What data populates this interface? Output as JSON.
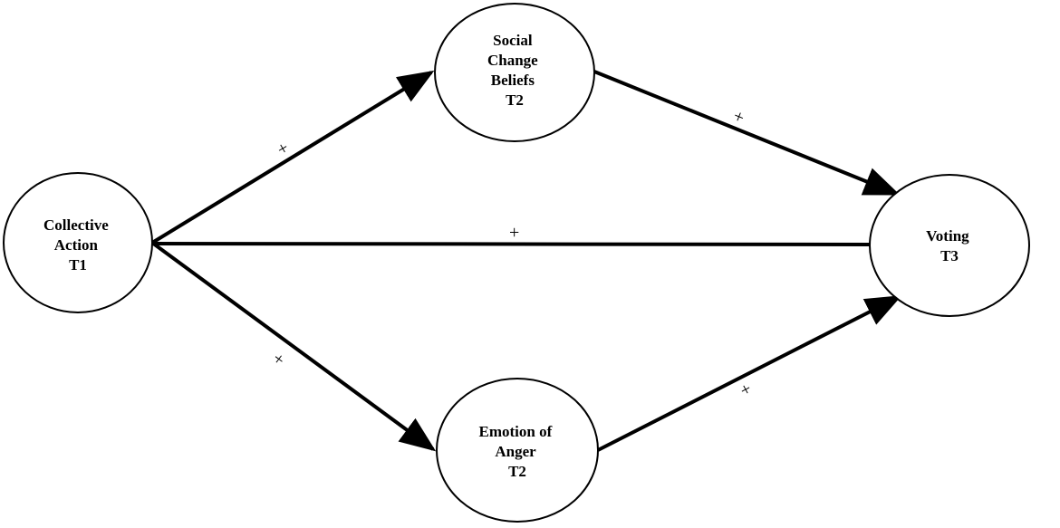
{
  "nodes": [
    {
      "id": "collective-action",
      "lines": [
        "Collective",
        "Action",
        "T1"
      ]
    },
    {
      "id": "social-change-beliefs",
      "lines": [
        "Social",
        "Change",
        "Beliefs",
        "T2"
      ]
    },
    {
      "id": "emotion-of-anger",
      "lines": [
        "Emotion of",
        "Anger",
        "T2"
      ]
    },
    {
      "id": "voting",
      "lines": [
        "Voting",
        "T3"
      ]
    }
  ],
  "edges": [
    {
      "id": "collective-action-to-social-change-beliefs",
      "from": "collective-action",
      "to": "social-change-beliefs",
      "sign": "+"
    },
    {
      "id": "collective-action-to-emotion-of-anger",
      "from": "collective-action",
      "to": "emotion-of-anger",
      "sign": "+"
    },
    {
      "id": "collective-action-to-voting",
      "from": "collective-action",
      "to": "voting",
      "sign": "+"
    },
    {
      "id": "social-change-beliefs-to-voting",
      "from": "social-change-beliefs",
      "to": "voting",
      "sign": "+"
    },
    {
      "id": "emotion-of-anger-to-voting",
      "from": "emotion-of-anger",
      "to": "voting",
      "sign": "+"
    }
  ],
  "colors": {
    "stroke": "#000000",
    "background": "#ffffff"
  }
}
